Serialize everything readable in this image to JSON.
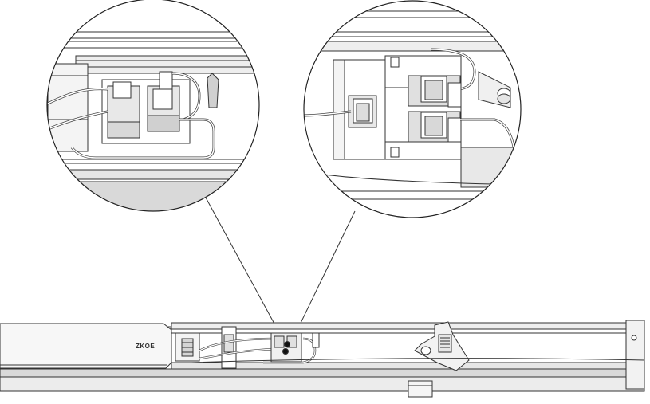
{
  "diagram": {
    "brand_label": "ZKOE",
    "callouts": [
      {
        "name": "left-zoom-detail",
        "subject": "connector-terminal-pair"
      },
      {
        "name": "right-zoom-detail",
        "subject": "double-connector-block"
      }
    ],
    "colors": {
      "line": "#222222",
      "shade": "#d9d9d9",
      "dark_shade": "#bdbdbd",
      "background": "#ffffff"
    }
  }
}
